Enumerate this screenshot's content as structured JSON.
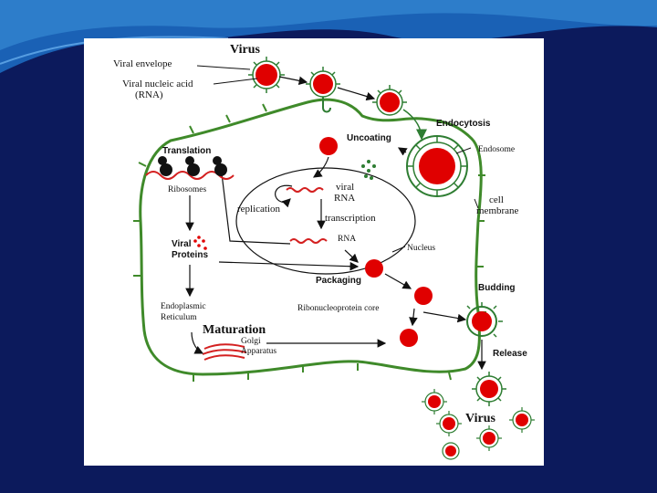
{
  "labels": {
    "virus_top": "Virus",
    "viral_envelope": "Viral envelope",
    "viral_nucleic_acid": "Viral nucleic acid",
    "rna_paren": "(RNA)",
    "endocytosis": "Endocytosis",
    "uncoating": "Uncoating",
    "endosome": "Endosome",
    "translation": "Translation",
    "ribosomes": "Ribosomes",
    "viral": "viral",
    "rna_caps": "RNA",
    "replication": "replication",
    "transcription": "transcription",
    "rna_small": "RNA",
    "cell": "cell",
    "membrane": "membrane",
    "nucleus": "Nucleus",
    "viral_proteins_1": "Viral",
    "viral_proteins_2": "Proteins",
    "packaging": "Packaging",
    "budding": "Budding",
    "er_1": "Endoplasmic",
    "er_2": "Reticulum",
    "rnp_core": "Ribonucleoprotein core",
    "maturation": "Maturation",
    "golgi_1": "Golgi",
    "golgi_2": "Apparatus",
    "release": "Release",
    "virus_bottom": "Virus"
  },
  "colors": {
    "slide_bg": "#0c1a5c",
    "slide_wave": "#1d6fc4",
    "membrane": "#3f8a2a",
    "virion_red": "#e00000",
    "spike_green": "#2e7d32",
    "rna_red": "#d42020",
    "ribosome": "#111111",
    "arrow": "#111111"
  }
}
